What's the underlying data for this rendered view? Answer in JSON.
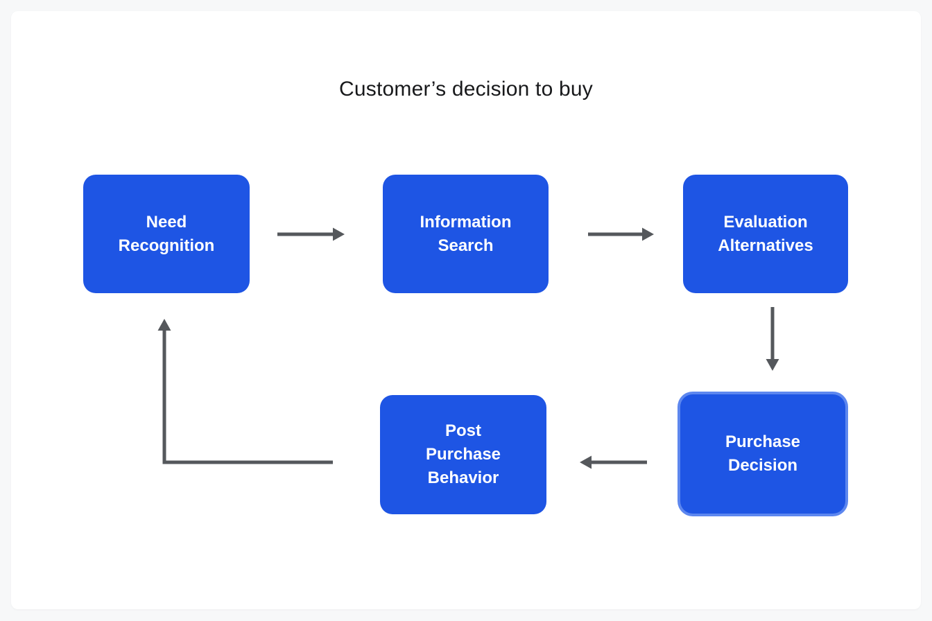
{
  "title": "Customer’s decision to buy",
  "nodes": [
    {
      "id": "need-recognition",
      "label": "Need\nRecognition",
      "selected": false
    },
    {
      "id": "information-search",
      "label": "Information\nSearch",
      "selected": false
    },
    {
      "id": "evaluation-alternatives",
      "label": "Evaluation\nAlternatives",
      "selected": false
    },
    {
      "id": "purchase-decision",
      "label": "Purchase\nDecision",
      "selected": true
    },
    {
      "id": "post-purchase-behavior",
      "label": "Post\nPurchase\nBehavior",
      "selected": false
    }
  ],
  "edges": [
    {
      "from": "need-recognition",
      "to": "information-search"
    },
    {
      "from": "information-search",
      "to": "evaluation-alternatives"
    },
    {
      "from": "evaluation-alternatives",
      "to": "purchase-decision"
    },
    {
      "from": "purchase-decision",
      "to": "post-purchase-behavior"
    },
    {
      "from": "post-purchase-behavior",
      "to": "need-recognition"
    }
  ],
  "colors": {
    "background": "#f7f8f9",
    "panel": "#ffffff",
    "node_fill": "#1e55e4",
    "node_text": "#ffffff",
    "selection_ring": "#5d87ef",
    "arrow": "#55585c",
    "title_color": "#18191b"
  }
}
